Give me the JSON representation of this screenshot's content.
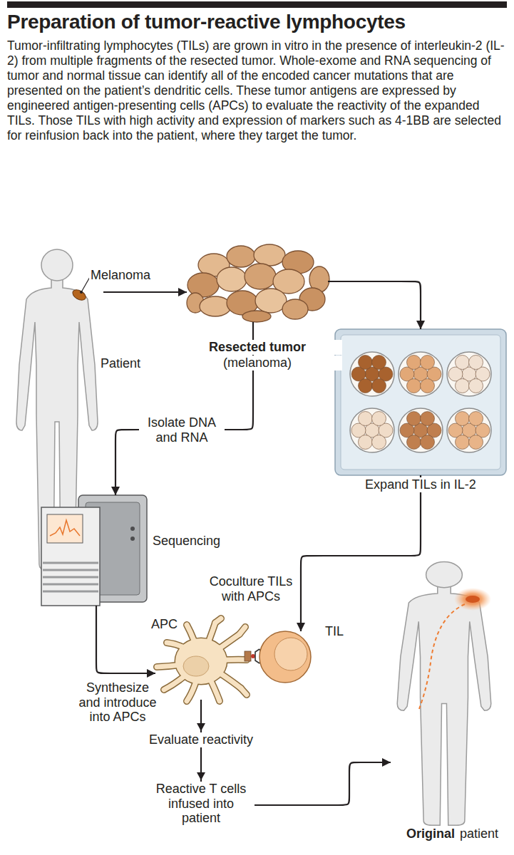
{
  "diagram": {
    "title": "Preparation of tumor-reactive lymphocytes",
    "caption": "Tumor-infiltrating lymphocytes (TILs) are grown in vitro in the presence of interleukin-2 (IL-2) from multiple fragments of the resected tumor. Whole-exome and RNA sequencing of tumor and normal tissue can identify all of the encoded cancer mutations that are presented on the patient’s dendritic cells. These tumor antigens are expressed by engineered antigen-presenting cells (APCs) to evaluate the reactivity of the expanded TILs. Those TILs with high activity and expression of markers such as 4-1BB are selected for reinfusion back into the patient, where they target the tumor.",
    "nodes": [
      {
        "text": [
          "Melanoma",
          "Patient"
        ]
      },
      {
        "text": [
          "Resected tumor",
          "(melanoma)"
        ]
      },
      {
        "text": [
          "Expand TILs in IL-2"
        ]
      },
      {
        "text": [
          "Sequencing"
        ]
      },
      {
        "text": [
          "APC"
        ]
      },
      {
        "text": [
          "TIL"
        ]
      },
      {
        "text": [
          "Original",
          "patient"
        ]
      }
    ],
    "edges": [
      {
        "from": 0,
        "to": 1,
        "arrow": "to"
      },
      {
        "from": 1,
        "to": 2,
        "arrow": "to"
      },
      {
        "from": 1,
        "to": 3,
        "label": "Isolate DNA and RNA",
        "arrow": "to"
      },
      {
        "from": 3,
        "to": 4,
        "label": "Synthesize and introduce into APCs",
        "arrow": "to"
      },
      {
        "from": 2,
        "to": 5,
        "label": "Coculture TILs with APCs",
        "arrow": "to"
      },
      {
        "from": 4,
        "to": 6,
        "label": "Evaluate reactivity",
        "arrow": "to"
      }
    ],
    "labels": [
      "Reactive T cells infused into patient"
    ]
  }
}
